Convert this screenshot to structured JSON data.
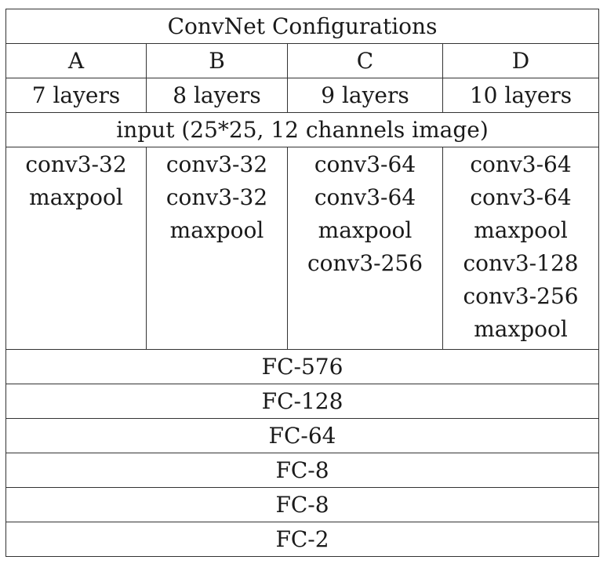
{
  "table": {
    "title": "ConvNet Configurations",
    "columns": [
      {
        "name": "A",
        "depth": "7 layers",
        "layers": [
          "conv3-32",
          "maxpool"
        ]
      },
      {
        "name": "B",
        "depth": "8 layers",
        "layers": [
          "conv3-32",
          "conv3-32",
          "maxpool"
        ]
      },
      {
        "name": "C",
        "depth": "9 layers",
        "layers": [
          "conv3-64",
          "conv3-64",
          "maxpool",
          "conv3-256"
        ]
      },
      {
        "name": "D",
        "depth": "10 layers",
        "layers": [
          "conv3-64",
          "conv3-64",
          "maxpool",
          "conv3-128",
          "conv3-256",
          "maxpool"
        ]
      }
    ],
    "input": "input (25*25, 12 channels image)",
    "fc_layers": [
      "FC-576",
      "FC-128",
      "FC-64",
      "FC-8",
      "FC-8",
      "FC-2"
    ]
  }
}
